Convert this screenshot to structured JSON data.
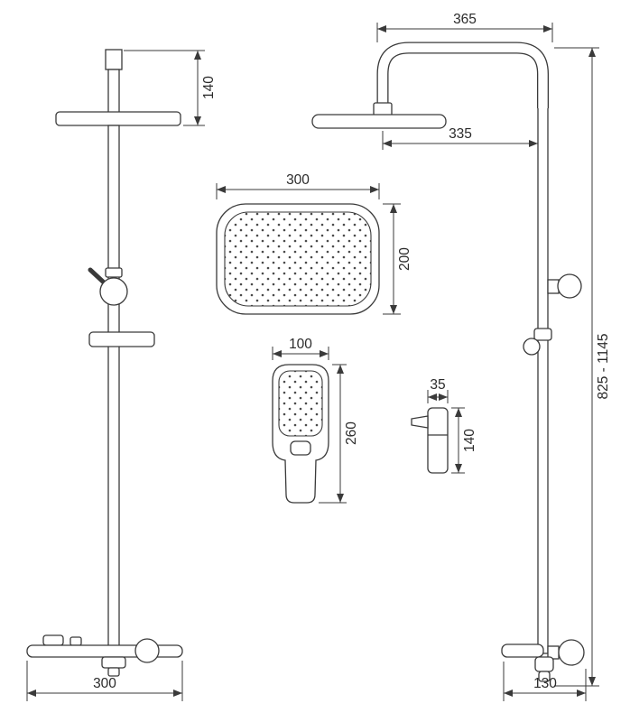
{
  "diagram": {
    "type": "technical-drawing",
    "subject": "shower-column-set",
    "line_color": "#3a3a3a",
    "background": "#ffffff",
    "dims": {
      "front_head_height": "140",
      "front_base_width": "300",
      "head_top_width": "300",
      "head_top_depth": "200",
      "hand_shower_width": "100",
      "hand_shower_height": "260",
      "mixer_width": "35",
      "mixer_height": "140",
      "arm_top_reach": "365",
      "arm_head_reach": "335",
      "column_height_range": "825 - 1145",
      "side_base_width": "130"
    }
  }
}
